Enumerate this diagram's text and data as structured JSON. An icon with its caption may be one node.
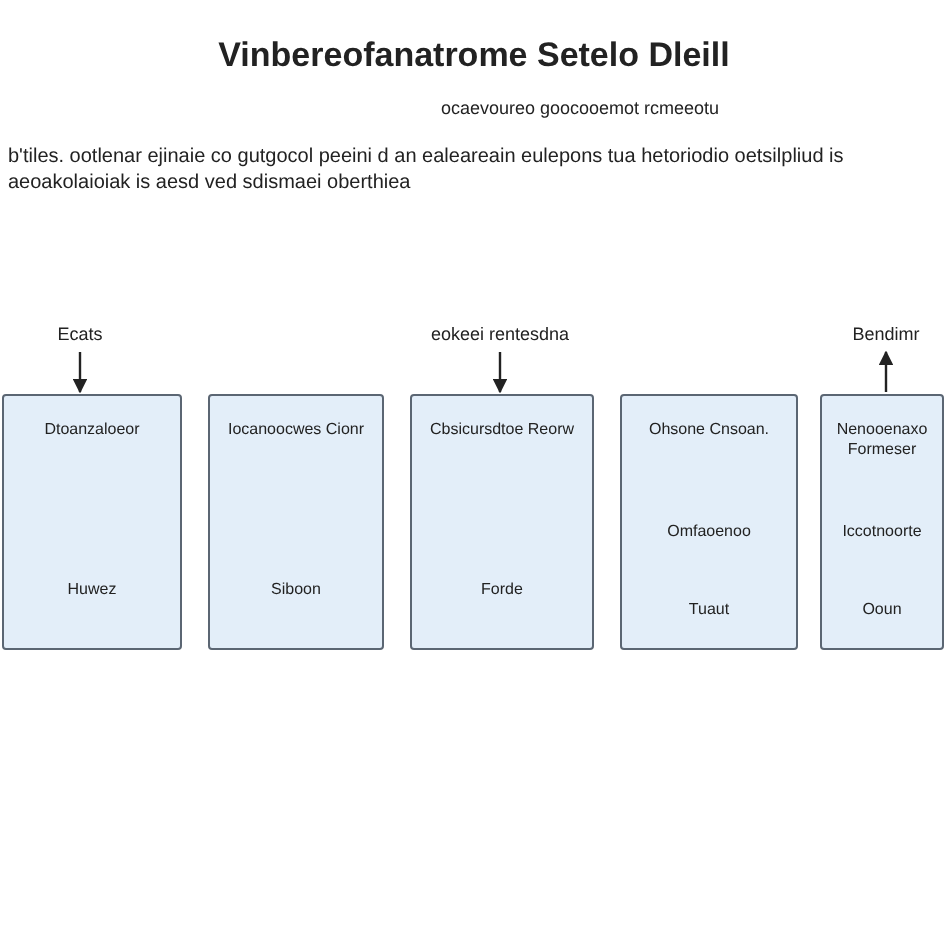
{
  "diagram": {
    "title": "Vinbereofanatrome Setelo Dleill",
    "nodes": [
      {
        "text": [
          "Ecats"
        ]
      },
      {
        "text": [
          "eokeei rentesdna"
        ]
      },
      {
        "text": [
          "Bendimr"
        ]
      },
      {
        "text": [
          "Dtoanzaloeor",
          "Huwez"
        ]
      },
      {
        "text": [
          "Iocanoocwes Cionr",
          "Siboon"
        ]
      },
      {
        "text": [
          "Cbsicursdtoe Reorw",
          "Forde"
        ]
      },
      {
        "text": [
          "Ohsone Cnsoan.",
          "Omfaoenoo",
          "Tuaut"
        ]
      },
      {
        "text": [
          "Nenooenaxo Formeser",
          "Iccotnoorte",
          "Ooun"
        ]
      }
    ],
    "edges": [
      {
        "from": 0,
        "to": 3,
        "arrow": "to"
      },
      {
        "from": 1,
        "to": 5,
        "arrow": "to"
      },
      {
        "from": 7,
        "to": 2,
        "arrow": "to"
      }
    ],
    "labels": [
      "ocaevoureo goocooemot rcmeeotu",
      "b'tiles. ootlenar ejinaie co gutgocol peeini d an ealeareain eulepons tua hetoriodio oetsilpliud is aeoakolaioiak is aesd ved sdismaei oberthiea"
    ]
  }
}
